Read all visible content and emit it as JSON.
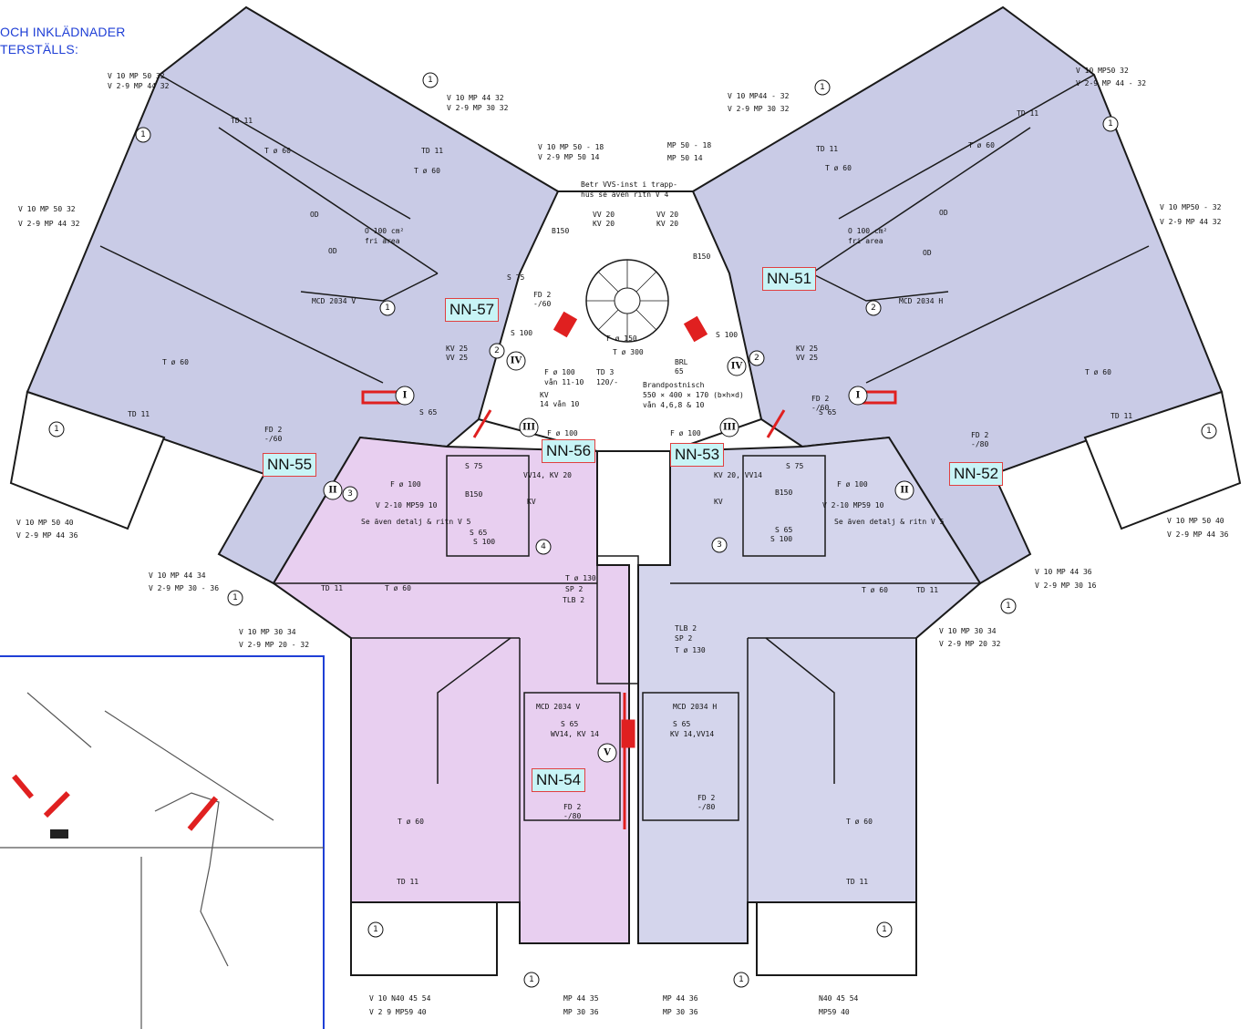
{
  "header": {
    "line1": "OCH INKLÄDNADER",
    "line2": "TERSTÄLLS:"
  },
  "tags": [
    {
      "id": "nn51",
      "text": "NN-51"
    },
    {
      "id": "nn52",
      "text": "NN-52"
    },
    {
      "id": "nn53",
      "text": "NN-53"
    },
    {
      "id": "nn54",
      "text": "NN-54"
    },
    {
      "id": "nn55",
      "text": "NN-55"
    },
    {
      "id": "nn56",
      "text": "NN-56"
    },
    {
      "id": "nn57",
      "text": "NN-57"
    }
  ],
  "annotations": {
    "tl_a1": "V 10   MP 50  32",
    "tl_a2": "V 2-9  MP 44  32",
    "tl_b1": "V 10   MP 44  32",
    "tl_b2": "V 2-9  MP 30  32",
    "tl_c1": "V 10   MP 50 - 18",
    "tl_c2": "V 2-9  MP 50  14",
    "tl_d1": "V 10   MP 50  32",
    "tl_d2": "V 2-9  MP 44  32",
    "tl_e1": "V 10   MP 50  40",
    "tl_e2": "V 2-9  MP 44  36",
    "tl_f1": "V 10   MP 44  34",
    "tl_f2": "V 2-9  MP 30 - 36",
    "tl_g1": "V 10   MP 30  34",
    "tl_g2": "V 2-9  MP 20 - 32",
    "tr_a1": "V 10   MP50  32",
    "tr_a2": "V 2-9  MP 44 - 32",
    "tr_b1": "V 10   MP44 - 32",
    "tr_b2": "V 2-9  MP 30  32",
    "tr_c1": "MP 50 - 18",
    "tr_c2": "MP 50  14",
    "tr_d1": "V 10   MP50 - 32",
    "tr_d2": "V 2-9  MP 44  32",
    "tr_e1": "V 10   MP 50  40",
    "tr_e2": "V 2-9  MP 44  36",
    "tr_f1": "V 10   MP 44  36",
    "tr_f2": "V 2-9  MP 30  16",
    "tr_g1": "V 10   MP 30  34",
    "tr_g2": "V 2-9  MP 20  32",
    "b_a1": "V 10    N40 45  54",
    "b_a2": "V 2  9  MP59  40",
    "b_b1": "MP 44  35",
    "b_b2": "MP 30  36",
    "b_c1": "MP 44  36",
    "b_c2": "MP 30  36",
    "b_d1": "N40 45  54",
    "b_d2": "MP59  40",
    "betr1": "Betr VVS-inst i trapp-",
    "betr2": "hus se även ritn V 4",
    "vv20": "VV 20",
    "kv20": "KV 20",
    "brand1": "Brandpostnisch",
    "brand2": "550 × 400 × 170 (b×h×d)",
    "brand3": "vån 4,6,8 & 10",
    "brl": "BRL",
    "brl2": "65",
    "f150": "F ø 150",
    "t300": "T ø 300",
    "f100a": "F ø 100",
    "f100b": "vån 11-10",
    "td3": "TD 3",
    "td3b": "120/-",
    "kv14": "KV",
    "kv14b": "14 vån 10",
    "o100": "O 100 cm²",
    "o100b": "fri area",
    "mcd_l": "MCD 2034 V",
    "mcd_r": "MCD 2034 H",
    "t60": "T ø 60",
    "td11": "TD 11",
    "od": "OD",
    "fd260": "FD 2",
    "fd260b": "-/60",
    "fd280": "FD 2",
    "fd280b": "-/80",
    "kv25": "KV 25",
    "vv25": "VV 25",
    "s65": "S 65",
    "s75": "S 75",
    "s100": "S 100",
    "b150": "B150",
    "vvkv": "VV14, KV 20",
    "kvvv": "KV 20, VV14",
    "mp59l": "V 2-10  MP59  10",
    "mp59r": "V 2-10  MP59  10",
    "detl": "Se även detalj & ritn V 5",
    "detr": "Se även detalj & ritn V 5",
    "t130": "T ø 130",
    "sp2": "SP 2",
    "tlb2": "TLB 2",
    "mcd5l": "MCD 2034 V",
    "mcd5r": "MCD 2034 H",
    "s65vv": "WV14, KV 14",
    "kv14vv": "KV14, VV14",
    "tlb_r": "TLB 2",
    "tr130": "T ø 130",
    "sp2r": "SP 2",
    "s65kv": "S 65",
    "kv14r": "KV 14,VV14",
    "f100r": "F ø 100",
    "kv25r": "KV 25",
    "vv25r": "VV 25"
  },
  "colors": {
    "blue_fill": "#c9cbe6",
    "pink_fill": "#e8cff0",
    "red": "#e02020",
    "line": "#1a1a1a",
    "header": "#1f3fd6",
    "tag_fill": "#c8f4f6"
  }
}
